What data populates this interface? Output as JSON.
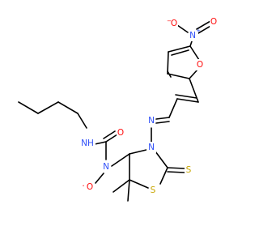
{
  "molecule": {
    "colors": {
      "carbon_bond": "#000000",
      "nitrogen": "#3050F8",
      "oxygen": "#FF0D0D",
      "sulfur": "#C8A600",
      "background": "#FFFFFF"
    },
    "atoms": {
      "nh": "NH",
      "o_carbonyl": "O",
      "n_urea": "N",
      "o_hydroxyl": "O",
      "n_ring": "N",
      "n_imine": "N",
      "s_thione": "S",
      "s_ring": "S",
      "o_furan": "O",
      "n_nitro": "N",
      "o_nitro_top": "O",
      "o_nitro_left": "O",
      "charge_n_nitro": "+",
      "charge_o_nitro": "−",
      "radical_o_hydroxyl": "·"
    }
  }
}
